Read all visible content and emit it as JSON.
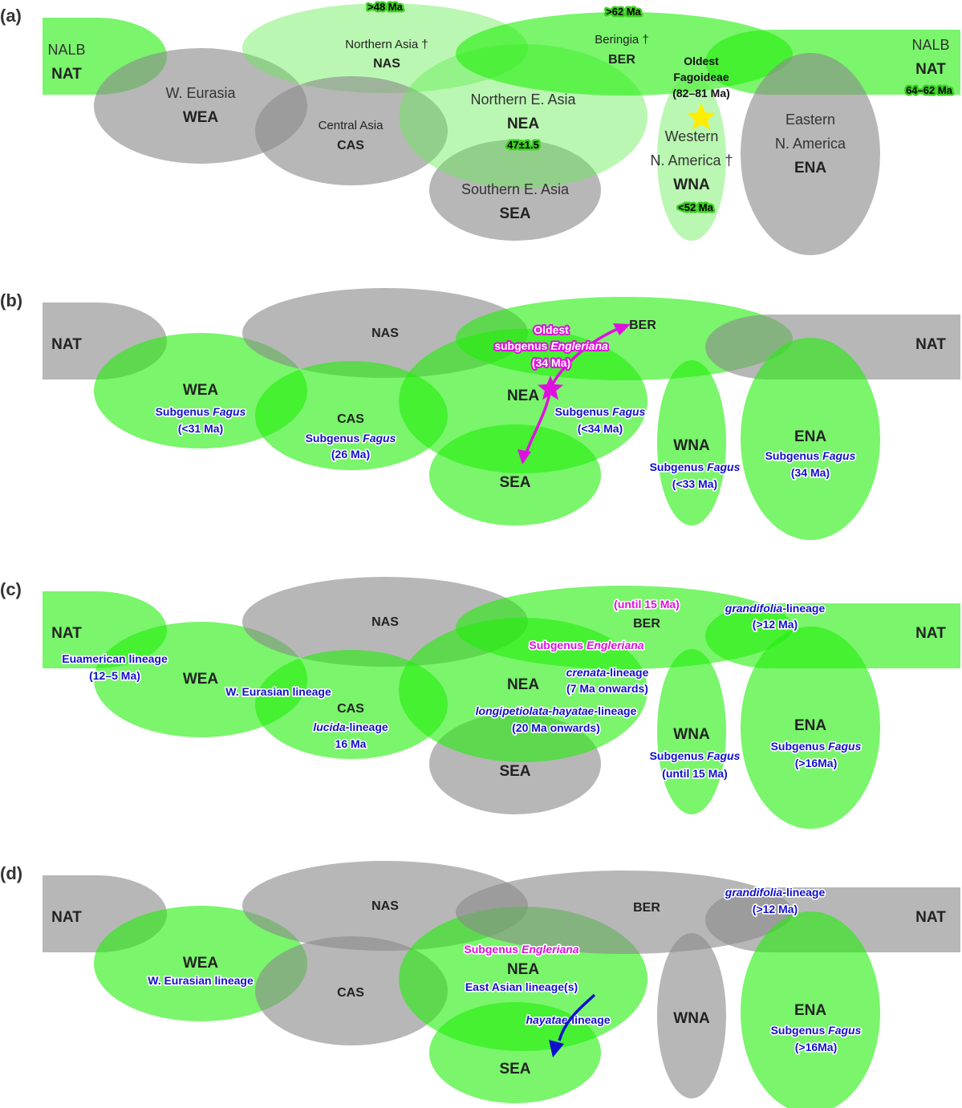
{
  "colors": {
    "present_area": "#22ee0a",
    "former_area": "#66ee55",
    "absent_area": "#8a8a8a",
    "fossil_badge": "#3ccf22",
    "star_a": "#ffee00",
    "magenta": "#e010e0",
    "lineage_blue": "#1010cc"
  },
  "panels": {
    "a": {
      "label": "(a)",
      "regions": {
        "nat_left_name": "NALB",
        "nat_left_code": "NAT",
        "wea_name": "W. Eurasia",
        "wea_code": "WEA",
        "nas_name": "Northern Asia †",
        "nas_code": "NAS",
        "cas_name": "Central Asia",
        "cas_code": "CAS",
        "nea_name": "Northern E. Asia",
        "nea_code": "NEA",
        "sea_name": "Southern E. Asia",
        "sea_code": "SEA",
        "ber_name": "Beringia †",
        "ber_code": "BER",
        "wna_name1": "Western",
        "wna_name2": "N. America †",
        "wna_code": "WNA",
        "ena_name1": "Eastern",
        "ena_name2": "N. America",
        "ena_code": "ENA",
        "nat_right_name": "NALB",
        "nat_right_code": "NAT"
      },
      "fossils": {
        "nas": ">48 Ma",
        "ber": ">62 Ma",
        "nea": "47±1.5",
        "wna": "<52 Ma",
        "nat": "64–62 Ma"
      },
      "oldest": {
        "line1": "Oldest",
        "line2": "Fagoideae",
        "line3": "(82–81 Ma)"
      }
    },
    "b": {
      "label": "(b)",
      "codes": {
        "nat_left": "NAT",
        "nas": "NAS",
        "ber": "BER",
        "nat_right": "NAT",
        "wea": "WEA",
        "cas": "CAS",
        "nea": "NEA",
        "sea": "SEA",
        "wna": "WNA",
        "ena": "ENA"
      },
      "engleriana": {
        "line1": "Oldest",
        "line2_prefix": "subgenus ",
        "line2_italic": "Engleriana",
        "line3": "(34 Ma)"
      },
      "annotations": {
        "wea_1_prefix": "Subgenus ",
        "wea_1_italic": "Fagus",
        "wea_2": "(<31 Ma)",
        "cas_1_prefix": "Subgenus ",
        "cas_1_italic": "Fagus",
        "cas_2": "(26 Ma)",
        "nea_1_prefix": "Subgenus ",
        "nea_1_italic": "Fagus",
        "nea_2": "(<34 Ma)",
        "wna_1_prefix": "Subgenus ",
        "wna_1_italic": "Fagus",
        "wna_2": "(<33 Ma)",
        "ena_1_prefix": "Subgenus ",
        "ena_1_italic": "Fagus",
        "ena_2": "(34 Ma)"
      }
    },
    "c": {
      "label": "(c)",
      "codes": {
        "nat_left": "NAT",
        "nas": "NAS",
        "ber": "BER",
        "nat_right": "NAT",
        "wea": "WEA",
        "cas": "CAS",
        "nea": "NEA",
        "sea": "SEA",
        "wna": "WNA",
        "ena": "ENA"
      },
      "annotations": {
        "ber_until": "(until 15 Ma)",
        "grand_italic": "grandifolia",
        "grand_suffix": "-lineage",
        "grand_2": "(>12 Ma)",
        "eua_1": "Euamerican lineage",
        "eua_2": "(12–5 Ma)",
        "weur": "W. Eurasian lineage",
        "eng_prefix": "Subgenus ",
        "eng_italic": "Engleriana",
        "cren_italic": "crenata",
        "cren_suffix": "-lineage",
        "cren_2": "(7 Ma onwards)",
        "luc_italic": "lucida",
        "luc_suffix": "-lineage",
        "luc_2": "16 Ma",
        "long_italic": "longipetiolata-hayatae",
        "long_suffix": "-lineage",
        "long_2": "(20 Ma onwards)",
        "wna_1_prefix": "Subgenus ",
        "wna_1_italic": "Fagus",
        "wna_2": "(until 15 Ma)",
        "ena_1_prefix": "Subgenus ",
        "ena_1_italic": "Fagus",
        "ena_2": "(>16Ma)"
      }
    },
    "d": {
      "label": "(d)",
      "codes": {
        "nat_left": "NAT",
        "nas": "NAS",
        "ber": "BER",
        "nat_right": "NAT",
        "wea": "WEA",
        "cas": "CAS",
        "nea": "NEA",
        "sea": "SEA",
        "wna": "WNA",
        "ena": "ENA"
      },
      "annotations": {
        "grand_italic": "grandifolia",
        "grand_suffix": "-lineage",
        "grand_2": "(>12 Ma)",
        "weur": "W. Eurasian lineage",
        "eng_prefix": "Subgenus ",
        "eng_italic": "Engleriana",
        "east": "East Asian lineage(s)",
        "hay_italic": "hayatae",
        "hay_suffix": "-lineage",
        "ena_1_prefix": "Subgenus ",
        "ena_1_italic": "Fagus",
        "ena_2": "(>16Ma)"
      }
    }
  }
}
